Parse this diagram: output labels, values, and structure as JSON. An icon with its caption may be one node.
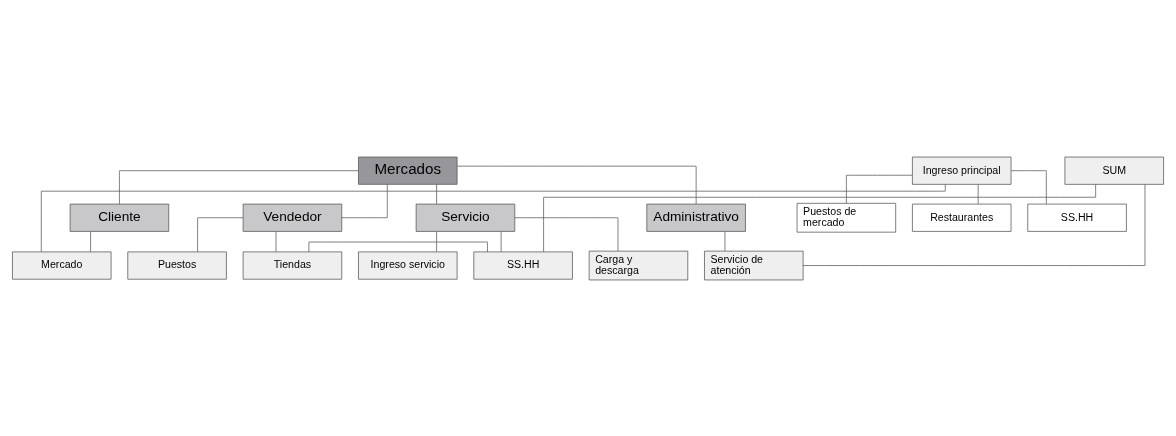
{
  "diagram": {
    "nodes": [
      {
        "text": [
          "Mercados"
        ]
      },
      {
        "text": [
          "Cliente"
        ]
      },
      {
        "text": [
          "Vendedor"
        ]
      },
      {
        "text": [
          "Servicio"
        ]
      },
      {
        "text": [
          "Administrativo"
        ]
      },
      {
        "text": [
          "Mercado"
        ]
      },
      {
        "text": [
          "Ingreso principal"
        ]
      },
      {
        "text": [
          "Puestos de mercado"
        ]
      },
      {
        "text": [
          "Restaurantes"
        ]
      },
      {
        "text": [
          "SS.HH"
        ]
      },
      {
        "text": [
          "Puestos"
        ]
      },
      {
        "text": [
          "Tiendas"
        ]
      },
      {
        "text": [
          "Ingreso servicio"
        ]
      },
      {
        "text": [
          "SS.HH"
        ]
      },
      {
        "text": [
          "Carga y descarga"
        ]
      },
      {
        "text": [
          "Servicio de atención"
        ]
      },
      {
        "text": [
          "SUM"
        ]
      }
    ],
    "edges": [
      {
        "from": 0,
        "to": 1,
        "arrow": "none"
      },
      {
        "from": 0,
        "to": 2,
        "arrow": "none"
      },
      {
        "from": 0,
        "to": 3,
        "arrow": "none"
      },
      {
        "from": 0,
        "to": 4,
        "arrow": "none"
      },
      {
        "from": 1,
        "to": 5,
        "arrow": "none"
      },
      {
        "from": 5,
        "to": 6,
        "arrow": "none"
      },
      {
        "from": 6,
        "to": 7,
        "arrow": "none"
      },
      {
        "from": 6,
        "to": 8,
        "arrow": "none"
      },
      {
        "from": 6,
        "to": 9,
        "arrow": "none"
      },
      {
        "from": 2,
        "to": 10,
        "arrow": "none"
      },
      {
        "from": 2,
        "to": 11,
        "arrow": "none"
      },
      {
        "from": 3,
        "to": 12,
        "arrow": "none"
      },
      {
        "from": 3,
        "to": 13,
        "arrow": "none"
      },
      {
        "from": 3,
        "to": 14,
        "arrow": "none"
      },
      {
        "from": 4,
        "to": 15,
        "arrow": "none"
      },
      {
        "from": 15,
        "to": 16,
        "arrow": "none"
      },
      {
        "from": 11,
        "to": 13,
        "arrow": "none"
      },
      {
        "from": 16,
        "to": 13,
        "arrow": "none"
      }
    ]
  }
}
